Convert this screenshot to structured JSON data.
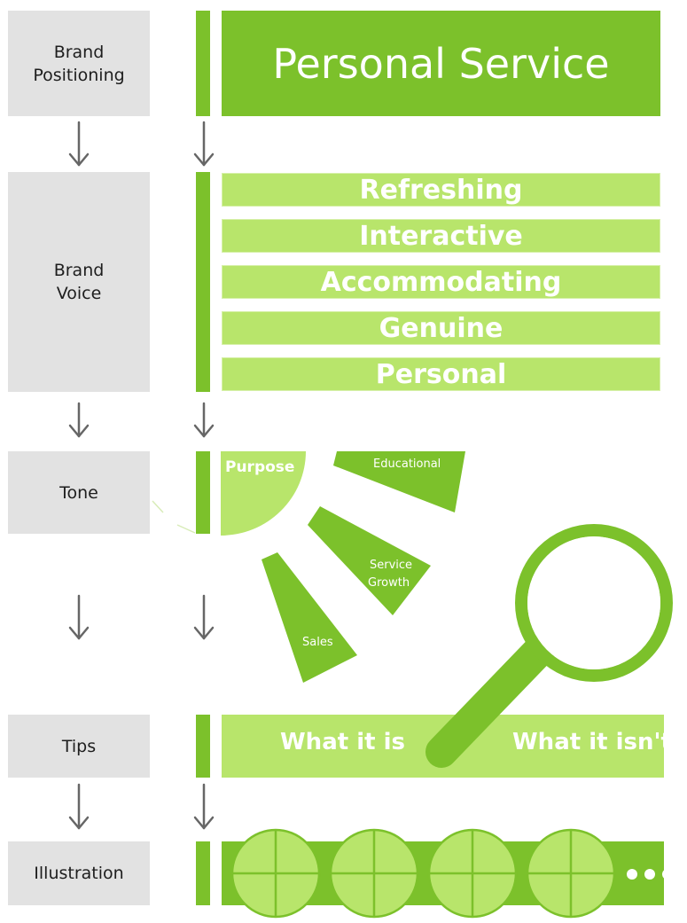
{
  "labels": {
    "brand_positioning": "Brand\nPositioning",
    "brand_voice": "Brand\nVoice",
    "tone": "Tone",
    "tips": "Tips",
    "illustration": "Illustration"
  },
  "positioning": {
    "title": "Personal Service"
  },
  "voice": {
    "items": [
      "Refreshing",
      "Interactive",
      "Accommodating",
      "Genuine",
      "Personal"
    ]
  },
  "tone": {
    "purpose": "Purpose",
    "educational": "Educational",
    "service_line1": "Service",
    "service_line2": "Growth",
    "sales": "Sales"
  },
  "tips": {
    "what_it_is": "What it is",
    "what_it_isnt": "What it isn't"
  },
  "colors": {
    "green": "#7cc12b",
    "light_green": "#b8e56b",
    "gray": "#e2e2e2",
    "arrow": "#666666"
  }
}
